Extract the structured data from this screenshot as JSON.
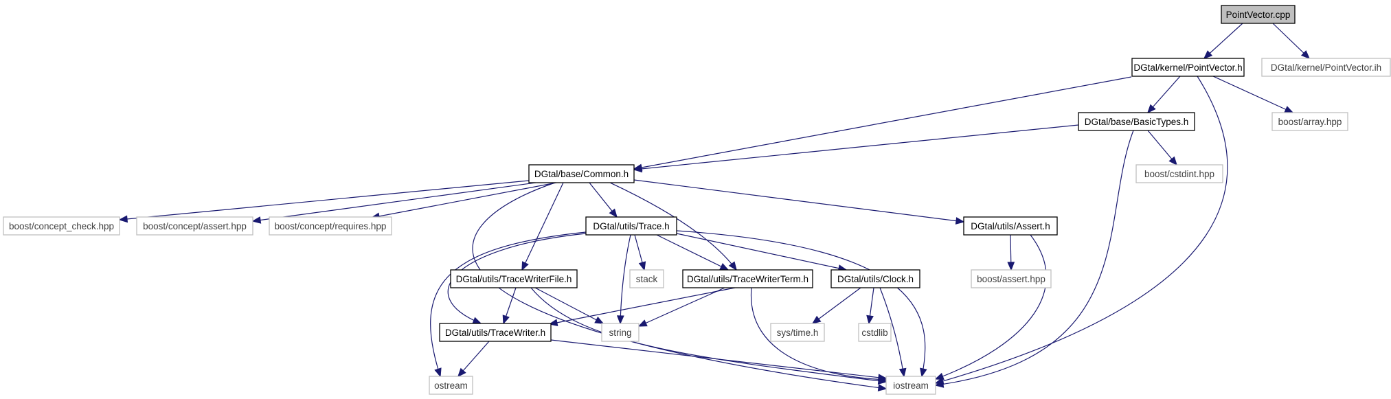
{
  "colors": {
    "edge": "#191970",
    "root_fill": "#bfbfbf",
    "internal_border": "#000000",
    "external_border": "#bfbfbf",
    "internal_text": "#000000",
    "external_text": "#3f3f3f"
  },
  "nodes": [
    {
      "id": "pointvector_cpp",
      "label": "PointVector.cpp",
      "kind": "root"
    },
    {
      "id": "pointvector_h",
      "label": "DGtal/kernel/PointVector.h",
      "kind": "internal"
    },
    {
      "id": "pointvector_ih",
      "label": "DGtal/kernel/PointVector.ih",
      "kind": "external"
    },
    {
      "id": "basictypes_h",
      "label": "DGtal/base/BasicTypes.h",
      "kind": "internal"
    },
    {
      "id": "boost_array",
      "label": "boost/array.hpp",
      "kind": "external"
    },
    {
      "id": "common_h",
      "label": "DGtal/base/Common.h",
      "kind": "internal"
    },
    {
      "id": "boost_cstdint",
      "label": "boost/cstdint.hpp",
      "kind": "external"
    },
    {
      "id": "concept_check",
      "label": "boost/concept_check.hpp",
      "kind": "external"
    },
    {
      "id": "concept_assert",
      "label": "boost/concept/assert.hpp",
      "kind": "external"
    },
    {
      "id": "concept_requires",
      "label": "boost/concept/requires.hpp",
      "kind": "external"
    },
    {
      "id": "trace_h",
      "label": "DGtal/utils/Trace.h",
      "kind": "internal"
    },
    {
      "id": "assert_h",
      "label": "DGtal/utils/Assert.h",
      "kind": "internal"
    },
    {
      "id": "tracewriterfile_h",
      "label": "DGtal/utils/TraceWriterFile.h",
      "kind": "internal"
    },
    {
      "id": "stack",
      "label": "stack",
      "kind": "external"
    },
    {
      "id": "tracewriterterm_h",
      "label": "DGtal/utils/TraceWriterTerm.h",
      "kind": "internal"
    },
    {
      "id": "clock_h",
      "label": "DGtal/utils/Clock.h",
      "kind": "internal"
    },
    {
      "id": "boost_assert",
      "label": "boost/assert.hpp",
      "kind": "external"
    },
    {
      "id": "tracewriter_h",
      "label": "DGtal/utils/TraceWriter.h",
      "kind": "internal"
    },
    {
      "id": "string",
      "label": "string",
      "kind": "external"
    },
    {
      "id": "sys_time",
      "label": "sys/time.h",
      "kind": "external"
    },
    {
      "id": "cstdlib",
      "label": "cstdlib",
      "kind": "external"
    },
    {
      "id": "ostream",
      "label": "ostream",
      "kind": "external"
    },
    {
      "id": "iostream",
      "label": "iostream",
      "kind": "external"
    }
  ],
  "edges": [
    {
      "from": "pointvector_cpp",
      "to": "pointvector_h"
    },
    {
      "from": "pointvector_cpp",
      "to": "pointvector_ih"
    },
    {
      "from": "pointvector_h",
      "to": "common_h"
    },
    {
      "from": "pointvector_h",
      "to": "basictypes_h"
    },
    {
      "from": "pointvector_h",
      "to": "boost_array"
    },
    {
      "from": "pointvector_h",
      "to": "iostream"
    },
    {
      "from": "basictypes_h",
      "to": "common_h"
    },
    {
      "from": "basictypes_h",
      "to": "boost_cstdint"
    },
    {
      "from": "basictypes_h",
      "to": "iostream"
    },
    {
      "from": "common_h",
      "to": "concept_check"
    },
    {
      "from": "common_h",
      "to": "concept_assert"
    },
    {
      "from": "common_h",
      "to": "concept_requires"
    },
    {
      "from": "common_h",
      "to": "iostream"
    },
    {
      "from": "common_h",
      "to": "tracewriterfile_h"
    },
    {
      "from": "common_h",
      "to": "trace_h"
    },
    {
      "from": "common_h",
      "to": "tracewriterterm_h"
    },
    {
      "from": "common_h",
      "to": "assert_h"
    },
    {
      "from": "trace_h",
      "to": "ostream"
    },
    {
      "from": "trace_h",
      "to": "tracewriter_h"
    },
    {
      "from": "trace_h",
      "to": "string"
    },
    {
      "from": "trace_h",
      "to": "stack"
    },
    {
      "from": "trace_h",
      "to": "tracewriterterm_h"
    },
    {
      "from": "trace_h",
      "to": "clock_h"
    },
    {
      "from": "trace_h",
      "to": "iostream"
    },
    {
      "from": "assert_h",
      "to": "boost_assert"
    },
    {
      "from": "assert_h",
      "to": "iostream"
    },
    {
      "from": "tracewriterfile_h",
      "to": "tracewriter_h"
    },
    {
      "from": "tracewriterfile_h",
      "to": "string"
    },
    {
      "from": "tracewriterfile_h",
      "to": "iostream"
    },
    {
      "from": "tracewriterterm_h",
      "to": "tracewriter_h"
    },
    {
      "from": "tracewriterterm_h",
      "to": "string"
    },
    {
      "from": "tracewriterterm_h",
      "to": "iostream"
    },
    {
      "from": "clock_h",
      "to": "sys_time"
    },
    {
      "from": "clock_h",
      "to": "cstdlib"
    },
    {
      "from": "clock_h",
      "to": "iostream"
    },
    {
      "from": "tracewriter_h",
      "to": "ostream"
    },
    {
      "from": "tracewriter_h",
      "to": "iostream"
    }
  ]
}
